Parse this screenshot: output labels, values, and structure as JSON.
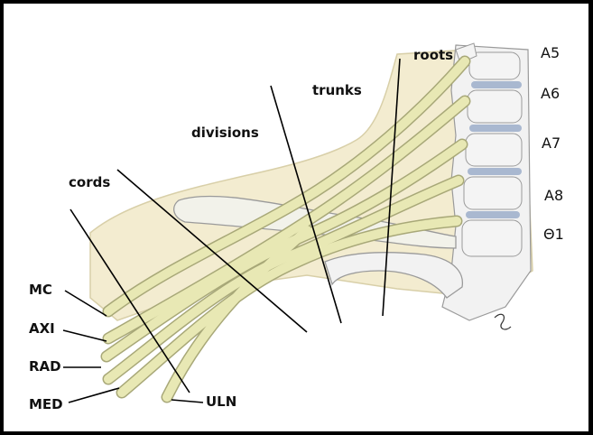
{
  "diagram": {
    "labels": {
      "roots": "roots",
      "trunks": "trunks",
      "divisions": "divisions",
      "cords": "cords"
    },
    "nerves": {
      "mc": "MC",
      "axi": "AXI",
      "rad": "RAD",
      "med": "MED",
      "uln": "ULN"
    },
    "levels": [
      "A5",
      "A6",
      "A7",
      "A8",
      "Θ1"
    ],
    "colors": {
      "frame": "#000000",
      "background": "#ffffff",
      "skin": "#f3ecd0",
      "skin_edge": "#d8cfa8",
      "nerve": "#e8e8b4",
      "nerve_edge": "#a8a878",
      "bone": "#f2f2f2",
      "bone_edge": "#9a9a9a",
      "disc": "#a9b8d0"
    }
  }
}
